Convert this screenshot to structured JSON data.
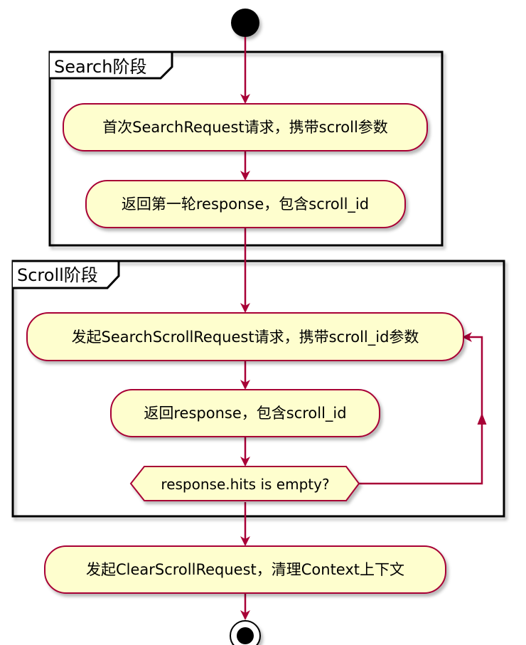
{
  "colors": {
    "arrow": "#A80036",
    "node_fill": "#FEFECE",
    "node_border": "#A80036",
    "frame_border": "#000000",
    "start_fill": "#000000"
  },
  "frames": {
    "search": {
      "title": "Search阶段"
    },
    "scroll": {
      "title": "Scroll阶段"
    }
  },
  "nodes": {
    "first_request": "首次SearchRequest请求，携带scroll参数",
    "first_response": "返回第一轮response，包含scroll_id",
    "scroll_request": "发起SearchScrollRequest请求，携带scroll_id参数",
    "scroll_response": "返回response，包含scroll_id",
    "hits_empty": "response.hits is empty?",
    "clear_scroll": "发起ClearScrollRequest，清理Context上下文"
  }
}
